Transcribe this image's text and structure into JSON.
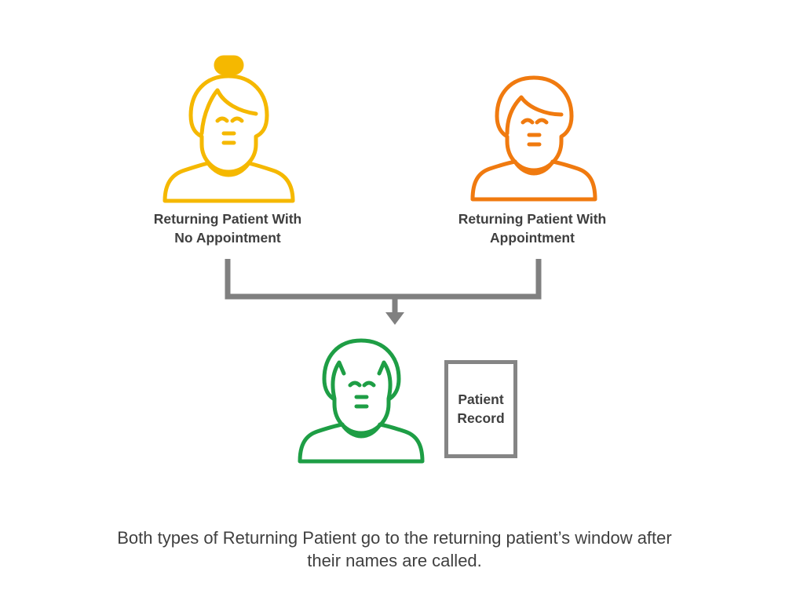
{
  "nodes": {
    "no_appointment": {
      "label_lines": [
        "Returning Patient With",
        "No Appointment"
      ],
      "color": "#F5B800",
      "icon": "woman-with-bun-icon"
    },
    "with_appointment": {
      "label_lines": [
        "Returning Patient With",
        "Appointment"
      ],
      "color": "#F07A0F",
      "icon": "person-icon"
    },
    "returning_window": {
      "color": "#1E9E45",
      "icon": "bald-person-icon"
    },
    "patient_record": {
      "label_lines": [
        "Patient",
        "Record"
      ],
      "border_color": "#858585",
      "icon": "document-icon"
    }
  },
  "edges": [
    {
      "from": "no_appointment",
      "to": "returning_window"
    },
    {
      "from": "with_appointment",
      "to": "returning_window"
    }
  ],
  "connector_color": "#808080",
  "caption_lines": [
    "Both types of Returning Patient go to the returning patient’s window after",
    "their names are called."
  ]
}
